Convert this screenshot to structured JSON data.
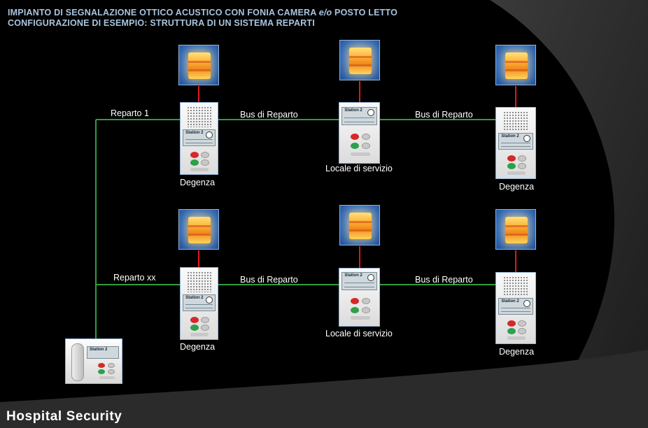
{
  "header": {
    "line1_main": "IMPIANTO DI SEGNALAZIONE OTTICO ACUSTICO CON FONIA CAMERA ",
    "line1_italic": "e/o",
    "line1_end": " POSTO LETTO",
    "line2": "CONFIGURAZIONE DI ESEMPIO:  STRUTTURA DI UN SISTEMA REPARTI"
  },
  "row1": {
    "reparto": "Reparto 1",
    "bus_left": "Bus di Reparto",
    "bus_right": "Bus di Reparto",
    "left_room": "Degenza",
    "center_room": "Locale di servizio",
    "right_room": "Degenza"
  },
  "row2": {
    "reparto": "Reparto  xx",
    "bus_left": "Bus di Reparto",
    "bus_right": "Bus di Reparto",
    "left_room": "Degenza",
    "center_room": "Locale di servizio",
    "right_room": "Degenza"
  },
  "device_screen_text": "Station 2",
  "footer": "Hospital Security",
  "colors": {
    "background": "#000000",
    "swoosh": "#2a2a2a",
    "header_text": "#a9c4de",
    "bus_line": "#2e9e3e",
    "lamp_link": "#e01818"
  }
}
